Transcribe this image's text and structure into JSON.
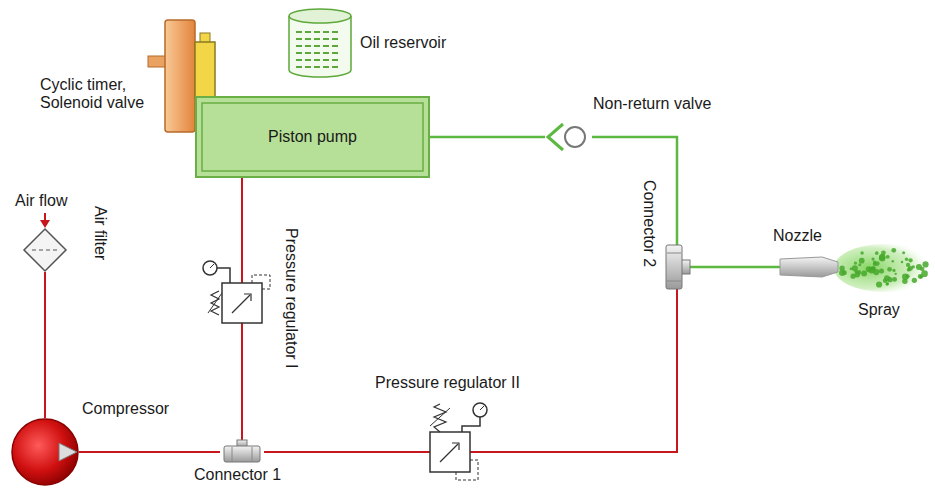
{
  "diagram": {
    "nodes": [
      {
        "text": [
          "Oil reservoir"
        ]
      },
      {
        "text": [
          "Cyclic timer, Solenoid valve"
        ]
      },
      {
        "text": [
          "Piston pump"
        ]
      },
      {
        "text": [
          "Non-return valve"
        ]
      },
      {
        "text": [
          "Air filter"
        ]
      },
      {
        "text": [
          "Pressure regulator I"
        ]
      },
      {
        "text": [
          "Compressor"
        ]
      },
      {
        "text": [
          "Connector 1"
        ]
      },
      {
        "text": [
          "Pressure regulator II"
        ]
      },
      {
        "text": [
          "Connector 2"
        ]
      },
      {
        "text": [
          "Nozzle"
        ]
      }
    ],
    "edges": [
      {
        "from": 4,
        "to": 6,
        "arrow": "none"
      },
      {
        "from": 6,
        "to": 7,
        "arrow": "none"
      },
      {
        "from": 7,
        "to": 5,
        "arrow": "none"
      },
      {
        "from": 5,
        "to": 2,
        "arrow": "none"
      },
      {
        "from": 7,
        "to": 8,
        "arrow": "none"
      },
      {
        "from": 8,
        "to": 9,
        "arrow": "none"
      },
      {
        "from": 2,
        "to": 3,
        "arrow": "none"
      },
      {
        "from": 3,
        "to": 9,
        "arrow": "none"
      },
      {
        "from": 9,
        "to": 10,
        "arrow": "none"
      }
    ],
    "labels": [
      "Air flow",
      "Spray"
    ]
  }
}
